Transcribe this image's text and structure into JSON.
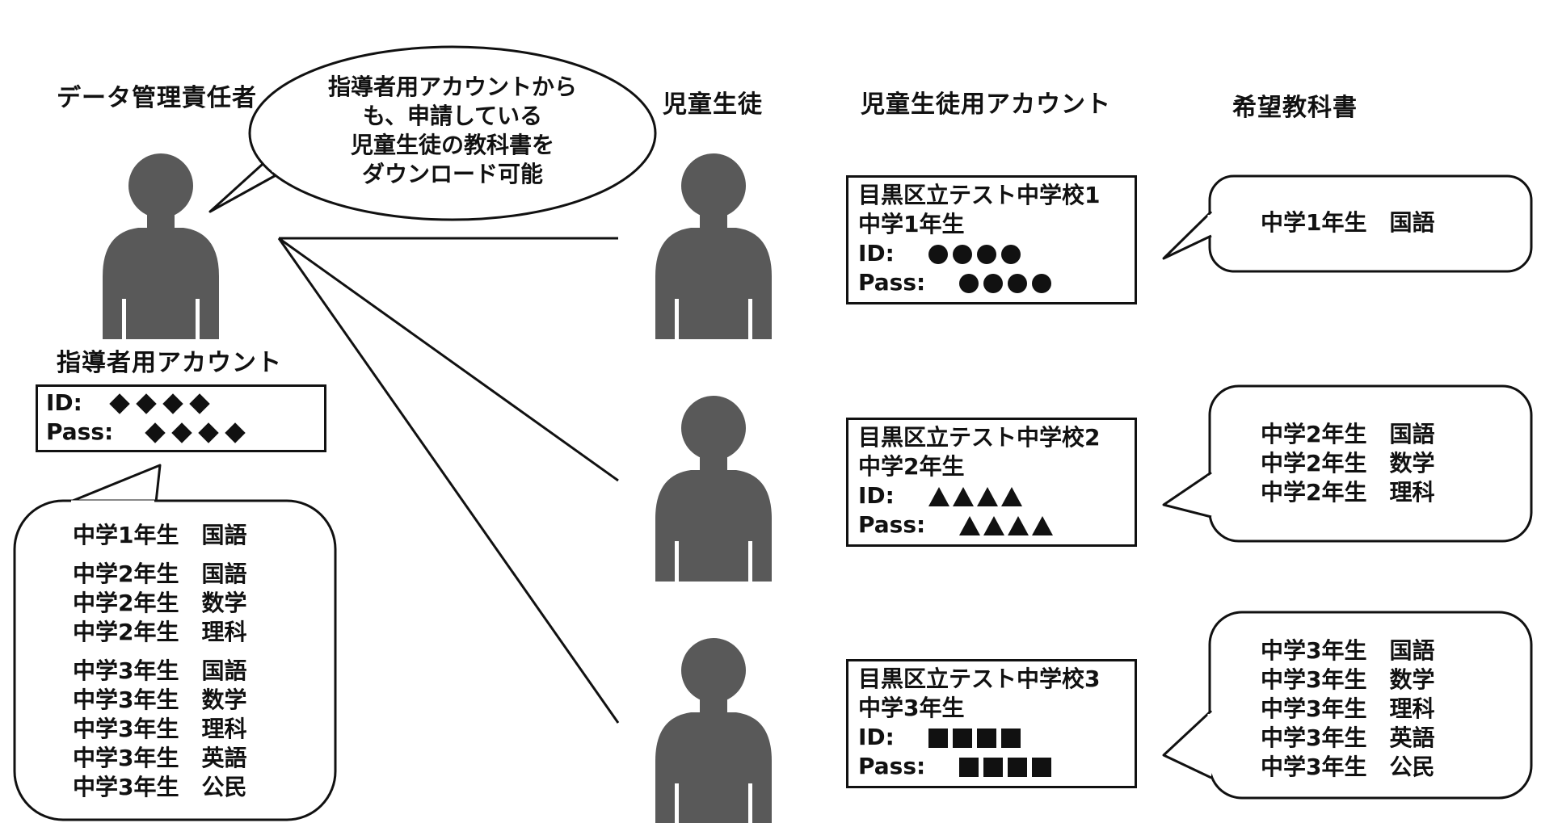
{
  "headers": {
    "data_manager": "データ管理責任者",
    "students": "児童生徒",
    "student_accounts": "児童生徒用アカウント",
    "desired_textbooks": "希望教科書",
    "instructor_account": "指導者用アカウント"
  },
  "speech": {
    "lines": [
      "指導者用アカウントから",
      "も、申請している",
      "児童生徒の教科書を",
      "ダウンロード可能"
    ]
  },
  "instructor_account": {
    "id_label": "ID:",
    "pass_label": "Pass:",
    "symbol": "diamond",
    "symbol_count": 4
  },
  "instructor_textbooks": {
    "groups": [
      [
        "中学1年生　国語"
      ],
      [
        "中学2年生　国語",
        "中学2年生　数学",
        "中学2年生　理科"
      ],
      [
        "中学3年生　国語",
        "中学3年生　数学",
        "中学3年生　理科",
        "中学3年生　英語",
        "中学3年生　公民"
      ]
    ]
  },
  "students": [
    {
      "school": "目黒区立テスト中学校1",
      "grade": "中学1年生",
      "id_label": "ID:",
      "pass_label": "Pass:",
      "symbol": "circle",
      "symbol_count": 4,
      "textbooks": [
        "中学1年生　国語"
      ]
    },
    {
      "school": "目黒区立テスト中学校2",
      "grade": "中学2年生",
      "id_label": "ID:",
      "pass_label": "Pass:",
      "symbol": "triangle",
      "symbol_count": 4,
      "textbooks": [
        "中学2年生　国語",
        "中学2年生　数学",
        "中学2年生　理科"
      ]
    },
    {
      "school": "目黒区立テスト中学校3",
      "grade": "中学3年生",
      "id_label": "ID:",
      "pass_label": "Pass:",
      "symbol": "square",
      "symbol_count": 4,
      "textbooks": [
        "中学3年生　国語",
        "中学3年生　数学",
        "中学3年生　理科",
        "中学3年生　英語",
        "中学3年生　公民"
      ]
    }
  ],
  "colors": {
    "person": "#595959",
    "stroke": "#111111"
  }
}
